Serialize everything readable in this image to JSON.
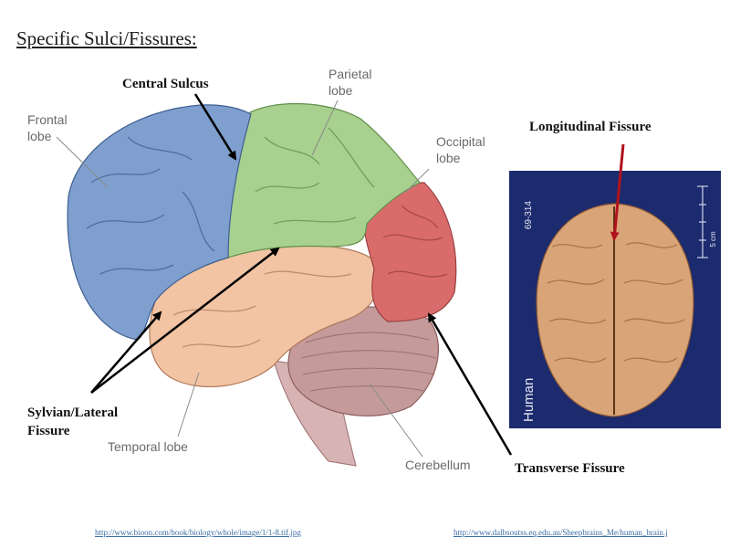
{
  "title": "Specific Sulci/Fissures:",
  "labels": {
    "central_sulcus": "Central Sulcus",
    "parietal_line1": "Parietal",
    "parietal_line2": "lobe",
    "frontal_line1": "Frontal",
    "frontal_line2": "lobe",
    "occipital_line1": "Occipital",
    "occipital_line2": "lobe",
    "longitudinal_fissure": "Longitudinal Fissure",
    "sylvian_line1": "Sylvian/Lateral",
    "sylvian_line2": "Fissure",
    "temporal_lobe": "Temporal lobe",
    "cerebellum": "Cerebellum",
    "transverse_fissure": "Transverse Fissure"
  },
  "photo": {
    "specimen_code": "69-314",
    "species": "Human",
    "scale_unit": "5 cm"
  },
  "sources": {
    "left_url": "http://www.bioon.com/book/biology/whole/image/1/1-8.tif.jpg",
    "right_url": "http://www.dalbsoutss.eq.edu.au/Sheepbrains_Me/human_brain.j"
  },
  "colors": {
    "frontal": "#7f9fce",
    "parietal": "#a8d08e",
    "occipital": "#d96b6b",
    "temporal": "#f2c4a3",
    "cerebellum": "#c49a9a",
    "brainstem": "#d7b3b3",
    "photo_bg": "#1c2a6e",
    "photo_brain": "#d9a477",
    "arrow_red": "#b0121b"
  }
}
